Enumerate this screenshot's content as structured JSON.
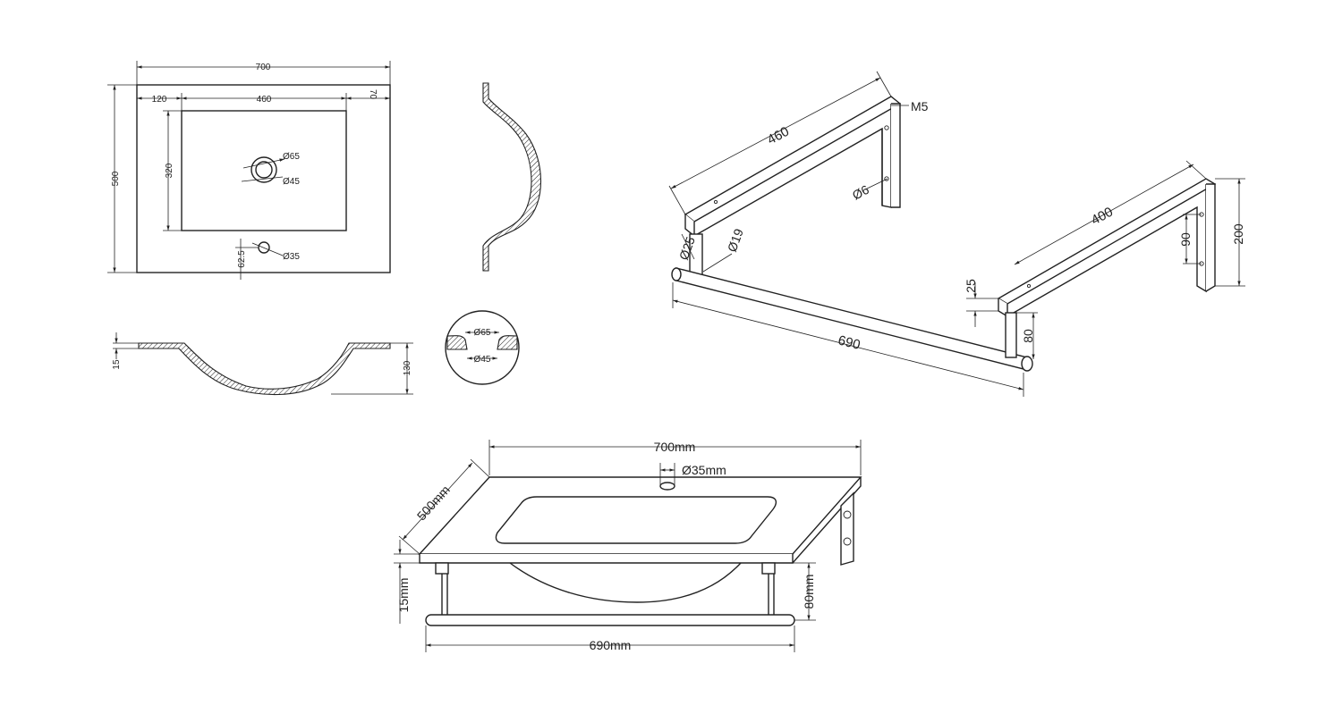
{
  "top_view": {
    "width": "700",
    "height": "500",
    "left_margin": "120",
    "bowl_width": "460",
    "right_margin": "70",
    "bowl_depth": "320",
    "drain_outer": "Ø65",
    "drain_inner": "Ø45",
    "tap_hole": "Ø35",
    "tap_offset": "62.5"
  },
  "section_view": {
    "thickness": "15",
    "depth": "130"
  },
  "drain_detail": {
    "outer": "Ø65",
    "inner": "Ø45"
  },
  "frame_view": {
    "left_bracket_length": "460",
    "thread": "M5",
    "hole": "Ø6",
    "tube_dia": "Ø25",
    "post_dia": "Ø19",
    "right_bracket_length": "400",
    "bracket_height": "200",
    "hole_spacing": "90",
    "bar_section": "25",
    "bar_length": "690",
    "post_height": "80"
  },
  "assembly_view": {
    "width": "700mm",
    "depth": "500mm",
    "tap_hole": "Ø35mm",
    "thickness": "15mm",
    "rail_drop": "80mm",
    "rail_length": "690mm"
  }
}
